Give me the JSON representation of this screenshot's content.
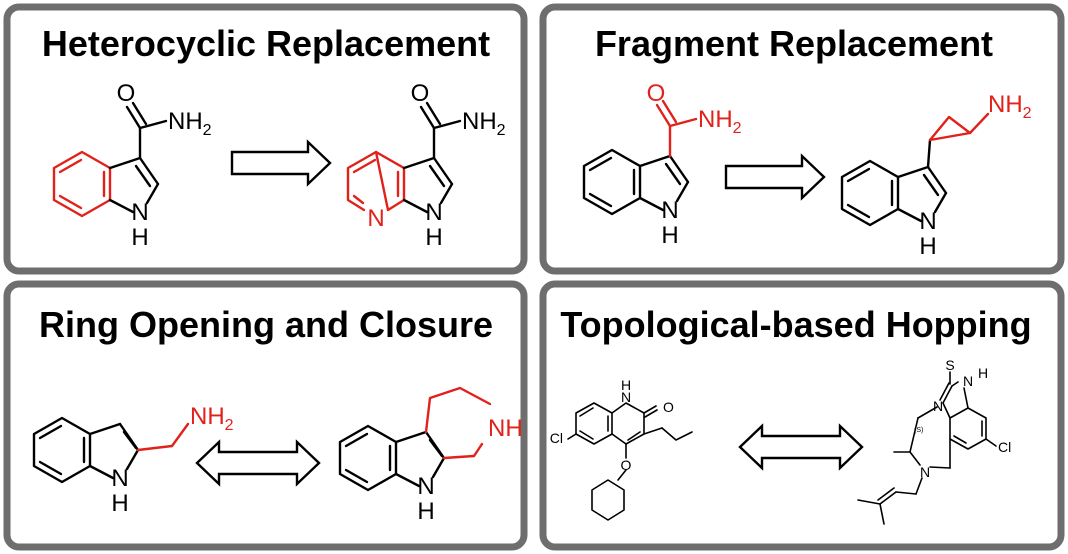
{
  "panels": {
    "heterocyclic": {
      "title": "Heterocyclic Replacement"
    },
    "fragment": {
      "title": "Fragment Replacement"
    },
    "ring": {
      "title": "Ring Opening and Closure"
    },
    "topological": {
      "title": "Topological-based Hopping"
    }
  },
  "atoms": {
    "O": "O",
    "N": "N",
    "NH": "NH",
    "NH_n": "N",
    "NH_h": "H",
    "NH2_main": "NH",
    "NH2_sub": "2",
    "Cl": "Cl",
    "S": "S",
    "stereo": "(S)"
  },
  "colors": {
    "highlight": "#e0221b",
    "frame": "#6e6e6e"
  }
}
